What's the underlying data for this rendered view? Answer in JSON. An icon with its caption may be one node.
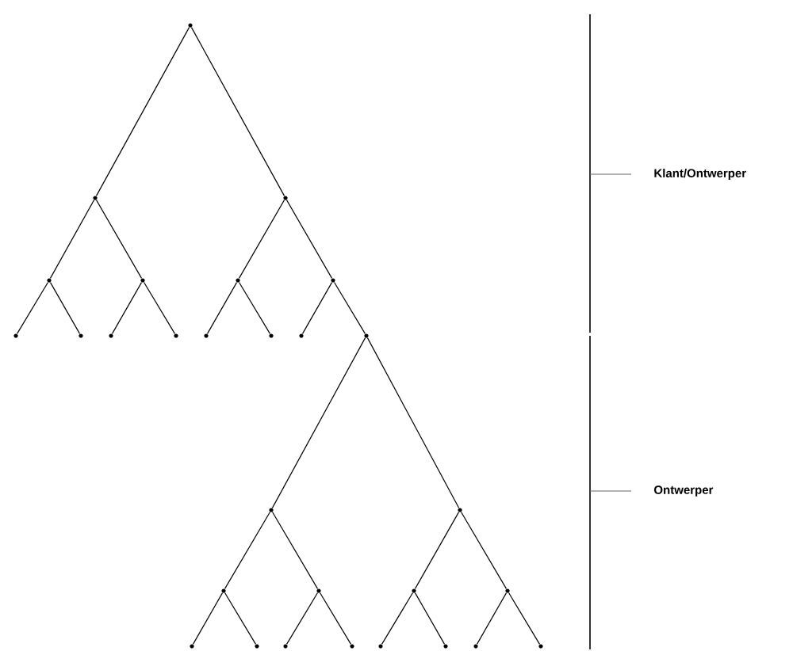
{
  "diagram": {
    "nodes": [
      {
        "text": [],
        "shape": "circle"
      },
      {
        "text": [],
        "shape": "circle"
      },
      {
        "text": [],
        "shape": "circle"
      },
      {
        "text": [],
        "shape": "circle"
      },
      {
        "text": [],
        "shape": "circle"
      },
      {
        "text": [],
        "shape": "circle"
      },
      {
        "text": [],
        "shape": "circle"
      },
      {
        "text": [],
        "shape": "circle"
      },
      {
        "text": [],
        "shape": "circle"
      },
      {
        "text": [],
        "shape": "circle"
      },
      {
        "text": [],
        "shape": "circle"
      },
      {
        "text": [],
        "shape": "circle"
      },
      {
        "text": [],
        "shape": "circle"
      },
      {
        "text": [],
        "shape": "circle"
      },
      {
        "text": [],
        "shape": "circle"
      },
      {
        "text": [],
        "shape": "circle"
      },
      {
        "text": [],
        "shape": "circle"
      },
      {
        "text": [],
        "shape": "circle"
      },
      {
        "text": [],
        "shape": "circle"
      },
      {
        "text": [],
        "shape": "circle"
      },
      {
        "text": [],
        "shape": "circle"
      },
      {
        "text": [],
        "shape": "circle"
      },
      {
        "text": [],
        "shape": "circle"
      },
      {
        "text": [],
        "shape": "circle"
      },
      {
        "text": [],
        "shape": "circle"
      },
      {
        "text": [],
        "shape": "circle"
      },
      {
        "text": [],
        "shape": "circle"
      },
      {
        "text": [],
        "shape": "circle"
      },
      {
        "text": [],
        "shape": "circle"
      }
    ],
    "edges": [
      {
        "from": 0,
        "to": 1,
        "arrow": "none"
      },
      {
        "from": 0,
        "to": 2,
        "arrow": "none"
      },
      {
        "from": 1,
        "to": 3,
        "arrow": "none"
      },
      {
        "from": 1,
        "to": 4,
        "arrow": "none"
      },
      {
        "from": 2,
        "to": 5,
        "arrow": "none"
      },
      {
        "from": 2,
        "to": 6,
        "arrow": "none"
      },
      {
        "from": 3,
        "to": 7,
        "arrow": "none"
      },
      {
        "from": 3,
        "to": 8,
        "arrow": "none"
      },
      {
        "from": 4,
        "to": 9,
        "arrow": "none"
      },
      {
        "from": 4,
        "to": 10,
        "arrow": "none"
      },
      {
        "from": 5,
        "to": 11,
        "arrow": "none"
      },
      {
        "from": 5,
        "to": 12,
        "arrow": "none"
      },
      {
        "from": 6,
        "to": 13,
        "arrow": "none"
      },
      {
        "from": 6,
        "to": 14,
        "arrow": "none"
      },
      {
        "from": 14,
        "to": 15,
        "arrow": "none"
      },
      {
        "from": 14,
        "to": 16,
        "arrow": "none"
      },
      {
        "from": 15,
        "to": 17,
        "arrow": "none"
      },
      {
        "from": 15,
        "to": 18,
        "arrow": "none"
      },
      {
        "from": 16,
        "to": 19,
        "arrow": "none"
      },
      {
        "from": 16,
        "to": 20,
        "arrow": "none"
      },
      {
        "from": 17,
        "to": 21,
        "arrow": "none"
      },
      {
        "from": 17,
        "to": 22,
        "arrow": "none"
      },
      {
        "from": 18,
        "to": 23,
        "arrow": "none"
      },
      {
        "from": 18,
        "to": 24,
        "arrow": "none"
      },
      {
        "from": 19,
        "to": 25,
        "arrow": "none"
      },
      {
        "from": 19,
        "to": 26,
        "arrow": "none"
      },
      {
        "from": 20,
        "to": 27,
        "arrow": "none"
      },
      {
        "from": 20,
        "to": 28,
        "arrow": "none"
      }
    ],
    "labels": [
      "Klant/Ontwerper",
      "Ontwerper"
    ]
  }
}
